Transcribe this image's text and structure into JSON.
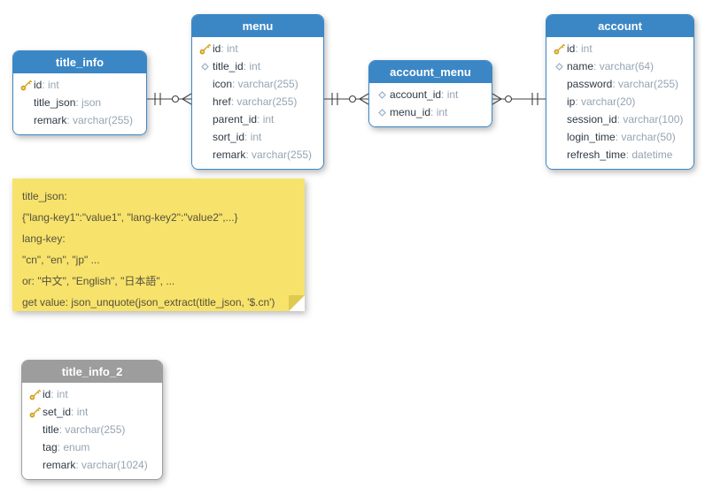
{
  "diagram": {
    "entities": [
      {
        "title": "title_info",
        "variant": "blue",
        "fields": [
          {
            "icon": "key",
            "name": "id",
            "type": "int"
          },
          {
            "icon": "none",
            "name": "title_json",
            "type": "json"
          },
          {
            "icon": "none",
            "name": "remark",
            "type": "varchar(255)"
          }
        ]
      },
      {
        "title": "menu",
        "variant": "blue",
        "fields": [
          {
            "icon": "key",
            "name": "id",
            "type": "int"
          },
          {
            "icon": "diamond",
            "name": "title_id",
            "type": "int"
          },
          {
            "icon": "none",
            "name": "icon",
            "type": "varchar(255)"
          },
          {
            "icon": "none",
            "name": "href",
            "type": "varchar(255)"
          },
          {
            "icon": "none",
            "name": "parent_id",
            "type": "int"
          },
          {
            "icon": "none",
            "name": "sort_id",
            "type": "int"
          },
          {
            "icon": "none",
            "name": "remark",
            "type": "varchar(255)"
          }
        ]
      },
      {
        "title": "account_menu",
        "variant": "blue",
        "fields": [
          {
            "icon": "diamond",
            "name": "account_id",
            "type": "int"
          },
          {
            "icon": "diamond",
            "name": "menu_id",
            "type": "int"
          }
        ]
      },
      {
        "title": "account",
        "variant": "blue",
        "fields": [
          {
            "icon": "key",
            "name": "id",
            "type": "int"
          },
          {
            "icon": "diamond",
            "name": "name",
            "type": "varchar(64)"
          },
          {
            "icon": "none",
            "name": "password",
            "type": "varchar(255)"
          },
          {
            "icon": "none",
            "name": "ip",
            "type": "varchar(20)"
          },
          {
            "icon": "none",
            "name": "session_id",
            "type": "varchar(100)"
          },
          {
            "icon": "none",
            "name": "login_time",
            "type": "varchar(50)"
          },
          {
            "icon": "none",
            "name": "refresh_time",
            "type": "datetime"
          }
        ]
      },
      {
        "title": "title_info_2",
        "variant": "gray",
        "fields": [
          {
            "icon": "key",
            "name": "id",
            "type": "int"
          },
          {
            "icon": "key",
            "name": "set_id",
            "type": "int"
          },
          {
            "icon": "none",
            "name": "title",
            "type": "varchar(255)"
          },
          {
            "icon": "none",
            "name": "tag",
            "type": "enum"
          },
          {
            "icon": "none",
            "name": "remark",
            "type": "varchar(1024)"
          }
        ]
      }
    ],
    "note": {
      "lines": [
        "title_json:",
        "{\"lang-key1\":\"value1\", \"lang-key2\":\"value2\",...}",
        "lang-key:",
        "\"cn\", \"en\", \"jp\" ...",
        "or: \"中文\", \"English\", \"日本語\", ...",
        "get value: json_unquote(json_extract(title_json, '$.cn')"
      ]
    },
    "relationships": [
      {
        "from": "title_info",
        "to": "menu",
        "from_cardinality": "one",
        "to_cardinality": "zero-or-many"
      },
      {
        "from": "menu",
        "to": "account_menu",
        "from_cardinality": "one",
        "to_cardinality": "zero-or-many"
      },
      {
        "from": "account_menu",
        "to": "account",
        "from_cardinality": "zero-or-many",
        "to_cardinality": "one"
      }
    ],
    "colors": {
      "header_blue": "#3b87c6",
      "header_gray": "#9d9d9d",
      "note_yellow": "#f7e36b",
      "field_name": "#2e3a46",
      "field_type": "#95a4b3",
      "connector": "#404040",
      "key_icon": "#f7cf4d",
      "diamond_icon": "#90a9bd"
    }
  }
}
